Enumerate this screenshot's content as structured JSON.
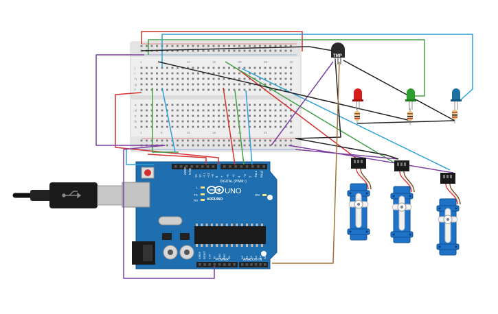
{
  "board": {
    "logo_text": "UNO",
    "brand_text": "ARDUINO",
    "digital_label": "DIGITAL (PWM~)",
    "power_label": "POWER",
    "analog_label": "ANALOG IN",
    "tx_label": "TX",
    "rx_label": "RX",
    "l_label": "L",
    "on_label": "ON",
    "aref_label": "AREF",
    "gnd_label": "GND",
    "digital_pins": [
      "13",
      "12",
      "~11",
      "~10",
      "~9",
      "8",
      "7",
      "~6",
      "~5",
      "4",
      "~3",
      "2",
      "TX▸1",
      "RX◂0"
    ],
    "power_pins": [
      "IOREF",
      "RESET",
      "3.3V",
      "5V",
      "GND",
      "GND",
      "Vin"
    ],
    "analog_pins": [
      "A0",
      "A1",
      "A2",
      "A3",
      "A4",
      "A5"
    ]
  },
  "sensor": {
    "label": "TMP"
  },
  "breadboard": {
    "row_letters_top": [
      "j",
      "i",
      "h",
      "g",
      "f"
    ],
    "row_letters_bottom": [
      "e",
      "d",
      "c",
      "b",
      "a"
    ],
    "col_numbers": [
      "1",
      "5",
      "10",
      "15",
      "20",
      "25",
      "30"
    ]
  },
  "colors": {
    "board": "#1f6fb0",
    "wire_red": "#d32f2f",
    "wire_green": "#43a047",
    "wire_blue": "#2aa0d8",
    "wire_purple": "#7b3fa0",
    "wire_black": "#222222",
    "wire_brown": "#a0713a",
    "led_red": "#d81b1b",
    "led_green": "#2e9d2e",
    "led_blue": "#1d6fa0",
    "servo": "#1e73c8"
  }
}
